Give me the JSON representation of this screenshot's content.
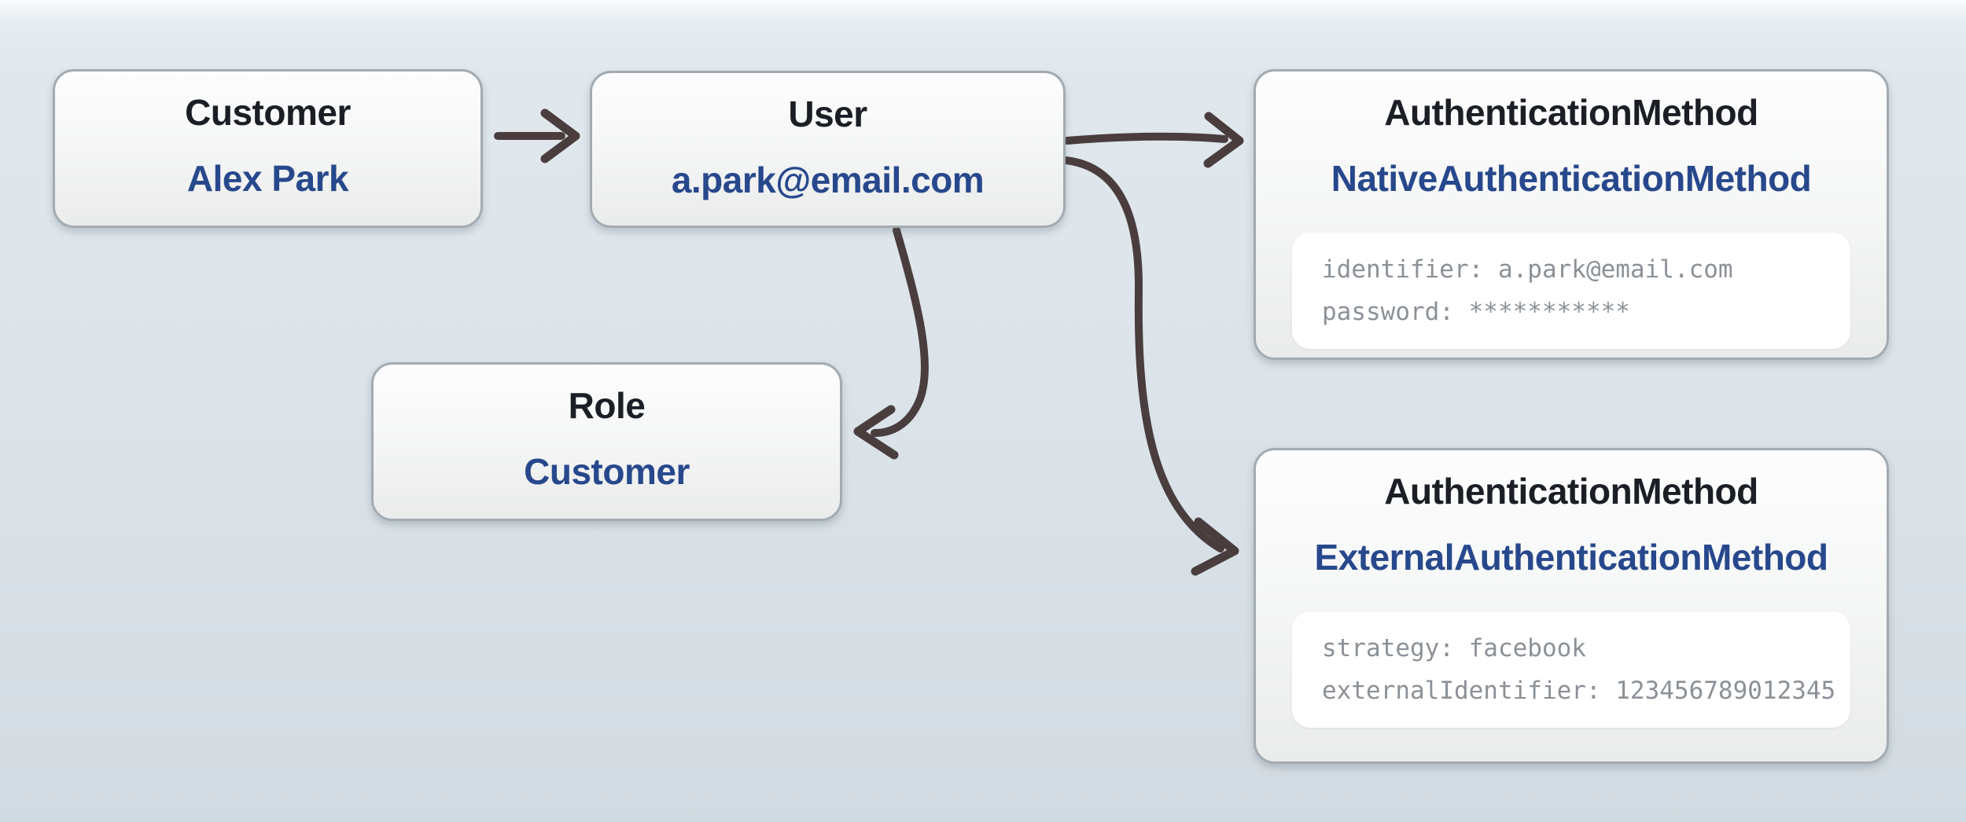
{
  "diagram": {
    "kind": "entity-relationship-diagram",
    "colors": {
      "background_top": "#fbfcfd",
      "background_bottom": "#d2dbe1",
      "node_border": "#a2abb1",
      "node_fill": "#f6f7f7",
      "title_text": "#1b1e24",
      "value_text": "#27488c",
      "attribute_bg": "#ffffff",
      "attribute_text": "#8b9196",
      "arrow": "#4a3d3e"
    }
  },
  "nodes": [
    {
      "id": "customer",
      "title": "Customer",
      "value": "Alex Park",
      "attrs": []
    },
    {
      "id": "user",
      "title": "User",
      "value": "a.park@email.com",
      "attrs": []
    },
    {
      "id": "role",
      "title": "Role",
      "value": "Customer",
      "attrs": []
    },
    {
      "id": "native-auth",
      "title": "AuthenticationMethod",
      "value": "NativeAuthenticationMethod",
      "attrs": [
        "identifier: a.park@email.com",
        "password: ***********"
      ]
    },
    {
      "id": "external-auth",
      "title": "AuthenticationMethod",
      "value": "ExternalAuthenticationMethod",
      "attrs": [
        "strategy: facebook",
        "externalIdentifier: 123456789012345"
      ]
    }
  ],
  "edges": [
    {
      "from": "customer",
      "to": "user"
    },
    {
      "from": "user",
      "to": "native-auth"
    },
    {
      "from": "user",
      "to": "role"
    },
    {
      "from": "user",
      "to": "external-auth"
    }
  ]
}
